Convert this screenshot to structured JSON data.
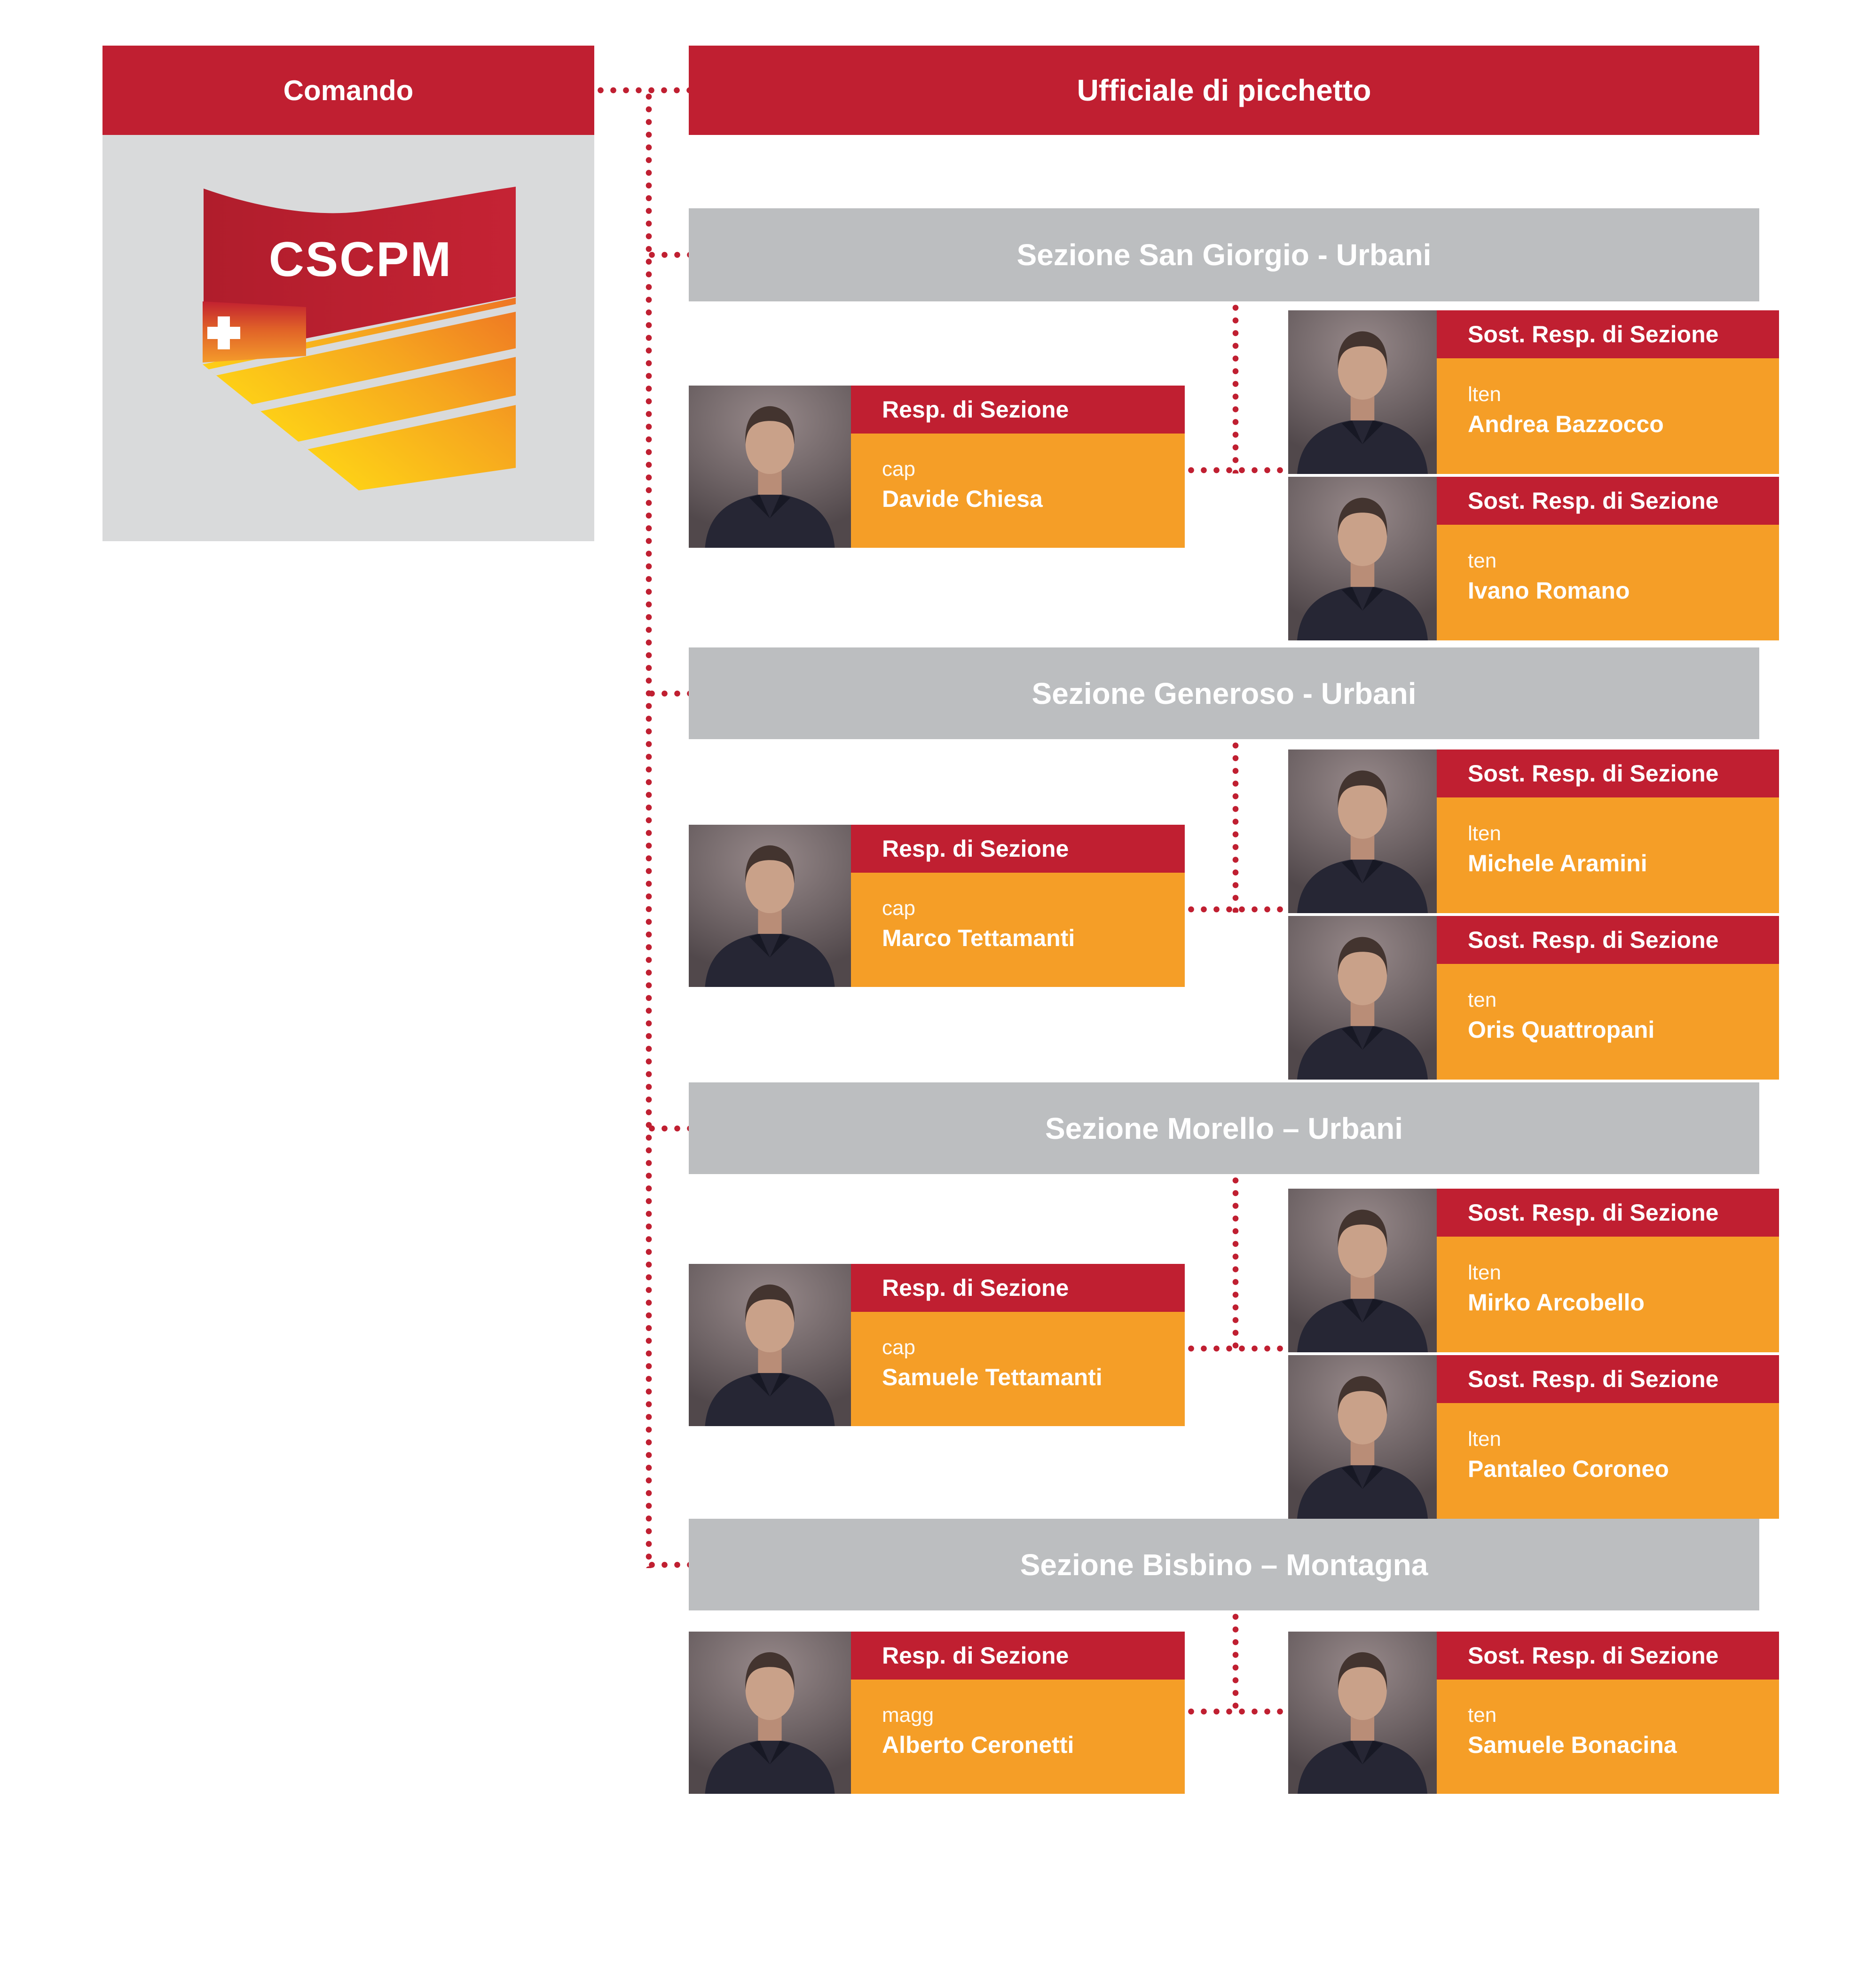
{
  "palette": {
    "red": "#c01f31",
    "orange": "#f59e27",
    "bar_gray": "#bcbec0",
    "logo_box_gray": "#d9dadb",
    "text_white": "#ffffff"
  },
  "comando": {
    "title": "Comando",
    "logo_text": "CSCPM"
  },
  "picket": {
    "title": "Ufficiale di picchetto"
  },
  "card_titles": {
    "resp": "Resp. di Sezione",
    "sost": "Sost. Resp. di Sezione"
  },
  "sections": [
    {
      "title": "Sezione San Giorgio - Urbani",
      "resp": {
        "rank": "cap",
        "name": "Davide Chiesa"
      },
      "sost": [
        {
          "rank": "lten",
          "name": "Andrea Bazzocco"
        },
        {
          "rank": "ten",
          "name": "Ivano Romano"
        }
      ]
    },
    {
      "title": "Sezione Generoso - Urbani",
      "resp": {
        "rank": "cap",
        "name": "Marco Tettamanti"
      },
      "sost": [
        {
          "rank": "lten",
          "name": "Michele Aramini"
        },
        {
          "rank": "ten",
          "name": "Oris Quattropani"
        }
      ]
    },
    {
      "title": "Sezione Morello – Urbani",
      "resp": {
        "rank": "cap",
        "name": "Samuele Tettamanti"
      },
      "sost": [
        {
          "rank": "lten",
          "name": "Mirko Arcobello"
        },
        {
          "rank": "lten",
          "name": "Pantaleo Coroneo"
        }
      ]
    },
    {
      "title": "Sezione Bisbino – Montagna",
      "resp": {
        "rank": "magg",
        "name": "Alberto Ceronetti"
      },
      "sost": [
        {
          "rank": "ten",
          "name": "Samuele Bonacina"
        }
      ]
    }
  ]
}
